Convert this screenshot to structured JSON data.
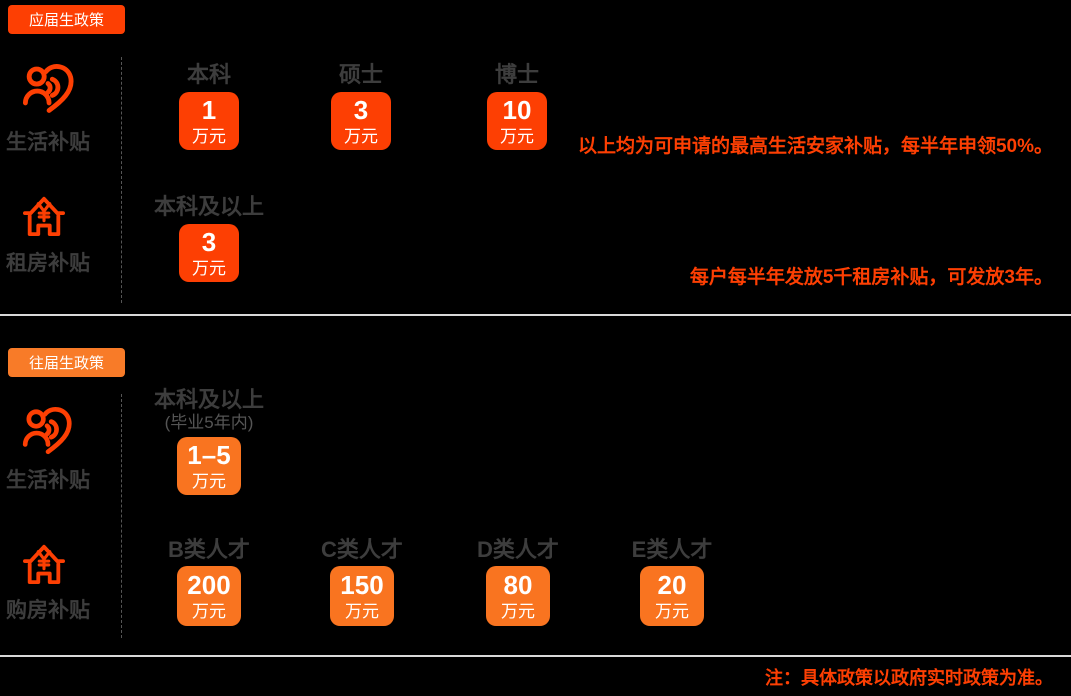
{
  "colors": {
    "background": "#000000",
    "accent_red": "#fd3f03",
    "accent_orange": "#f97420",
    "badge_orange": "#f87b28",
    "text_dark": "#3d3d3d",
    "text_muted": "#555555",
    "divider": "#d8d8d8",
    "box_text": "#ffffff"
  },
  "section_fresh": {
    "badge": "应届生政策",
    "living": {
      "label": "生活补贴",
      "icon": "people-care-icon",
      "columns": [
        {
          "header": "本科",
          "value": "1",
          "unit": "万元"
        },
        {
          "header": "硕士",
          "value": "3",
          "unit": "万元"
        },
        {
          "header": "博士",
          "value": "10",
          "unit": "万元"
        }
      ],
      "note": "以上均为可申请的最高生活安家补贴，每半年申领50%。"
    },
    "rent": {
      "label": "租房补贴",
      "icon": "house-yuan-icon",
      "columns": [
        {
          "header": "本科及以上",
          "value": "3",
          "unit": "万元"
        }
      ],
      "note": "每户每半年发放5千租房补贴，可发放3年。"
    }
  },
  "section_previous": {
    "badge": "往届生政策",
    "living": {
      "label": "生活补贴",
      "icon": "people-care-icon",
      "columns": [
        {
          "header": "本科及以上",
          "subheader": "(毕业5年内)",
          "value": "1–5",
          "unit": "万元"
        }
      ]
    },
    "purchase": {
      "label": "购房补贴",
      "icon": "house-yuan-icon",
      "columns": [
        {
          "header": "B类人才",
          "value": "200",
          "unit": "万元"
        },
        {
          "header": "C类人才",
          "value": "150",
          "unit": "万元"
        },
        {
          "header": "D类人才",
          "value": "80",
          "unit": "万元"
        },
        {
          "header": "E类人才",
          "value": "20",
          "unit": "万元"
        }
      ]
    }
  },
  "footer": {
    "note": "注：具体政策以政府实时政策为准。"
  }
}
